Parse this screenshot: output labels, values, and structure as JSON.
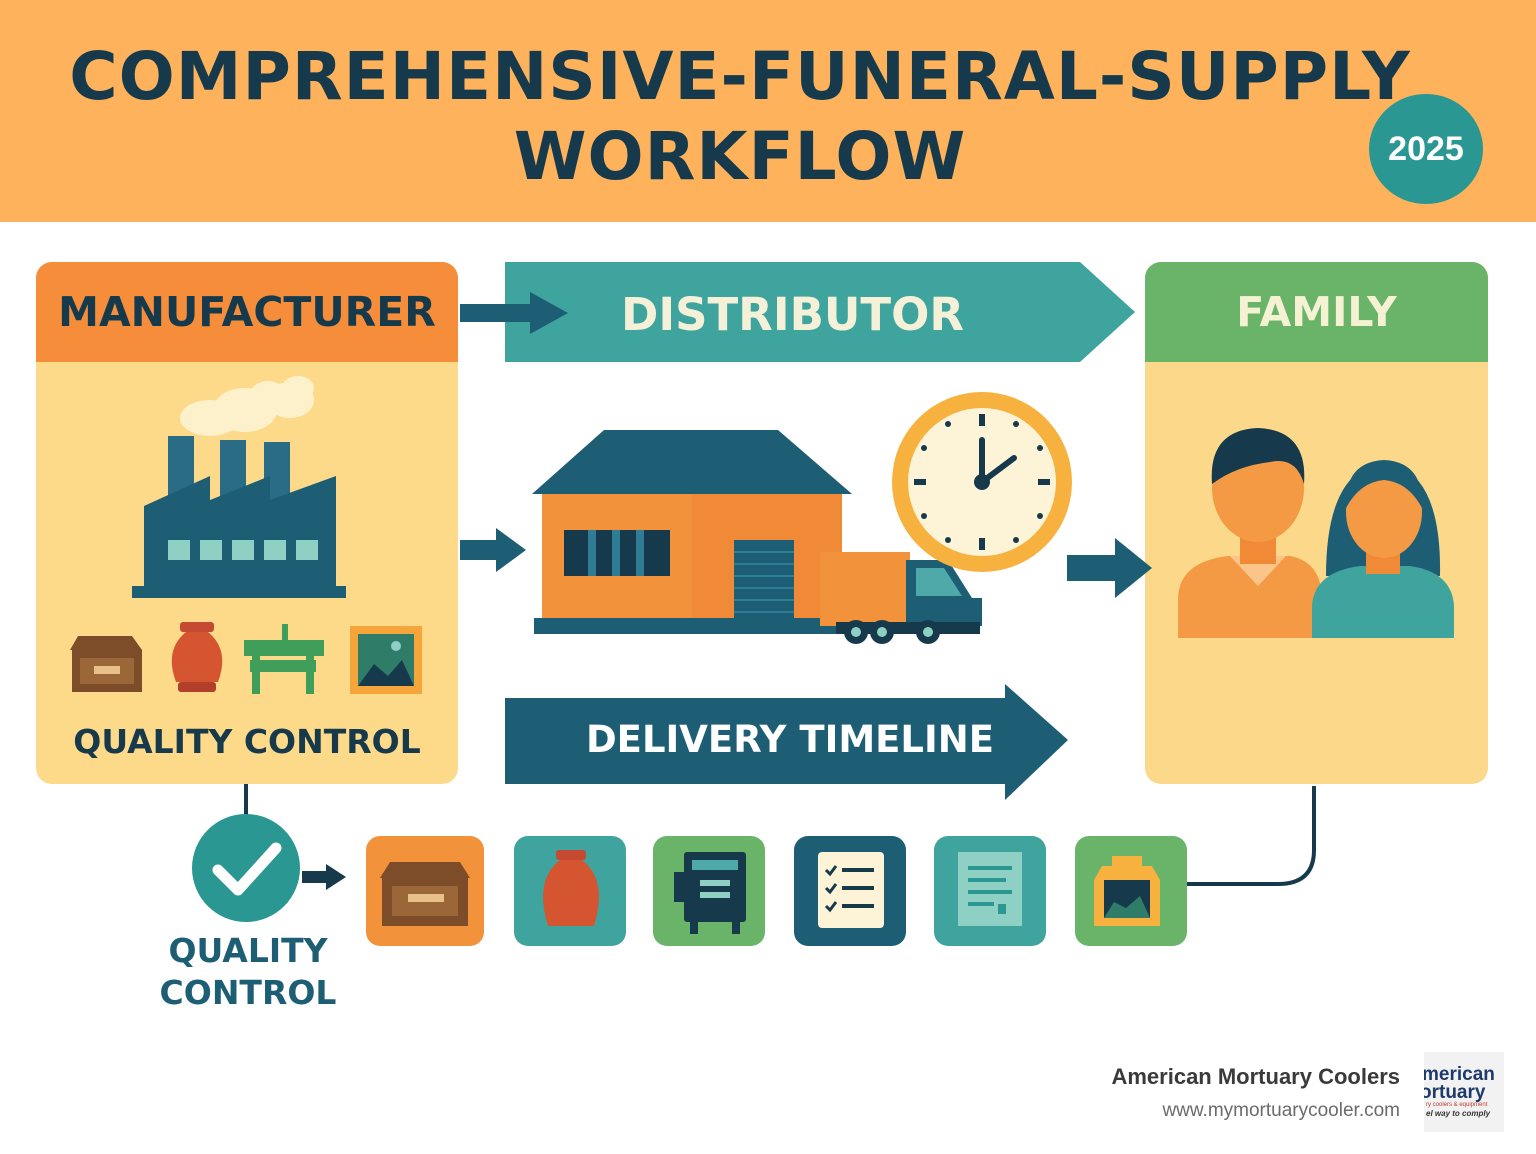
{
  "header": {
    "title_line_1": "COMPREHENSIVE-FUNERAL-SUPPLY",
    "title_line_2": "WORKFLOW",
    "year": "2025"
  },
  "stages": {
    "manufacturer": "MANUFACTURER",
    "distributor": "DISTRIBUTOR",
    "family": "FAMILY"
  },
  "labels": {
    "quality_control_panel": "QUALITY CONTROL",
    "delivery_timeline": "DELIVERY TIMELINE",
    "quality_control_step_line_1": "QUALITY",
    "quality_control_step_line_2": "CONTROL"
  },
  "product_icons": [
    "casket-icon",
    "urn-icon",
    "memorial-card-icon",
    "checklist-icon",
    "document-icon",
    "keepsake-icon"
  ],
  "manufacturer_products": [
    "casket-icon",
    "urn-icon",
    "embalming-table-icon",
    "framed-photo-icon"
  ],
  "footer": {
    "brand_name": "American Mortuary Coolers",
    "brand_url": "www.mymortuarycooler.com",
    "logo_text_1": "merican",
    "logo_text_2": "ortuary",
    "logo_text_3": "ry coolers & equipment",
    "logo_text_4": "el way to comply"
  },
  "colors": {
    "header_bg": "#fdb25b",
    "navy": "#163a4c",
    "teal": "#2a9793",
    "orange": "#f68d3b",
    "green": "#6ab46a",
    "panel_bg": "#fdd98a",
    "dark_blue": "#1d5e75"
  }
}
